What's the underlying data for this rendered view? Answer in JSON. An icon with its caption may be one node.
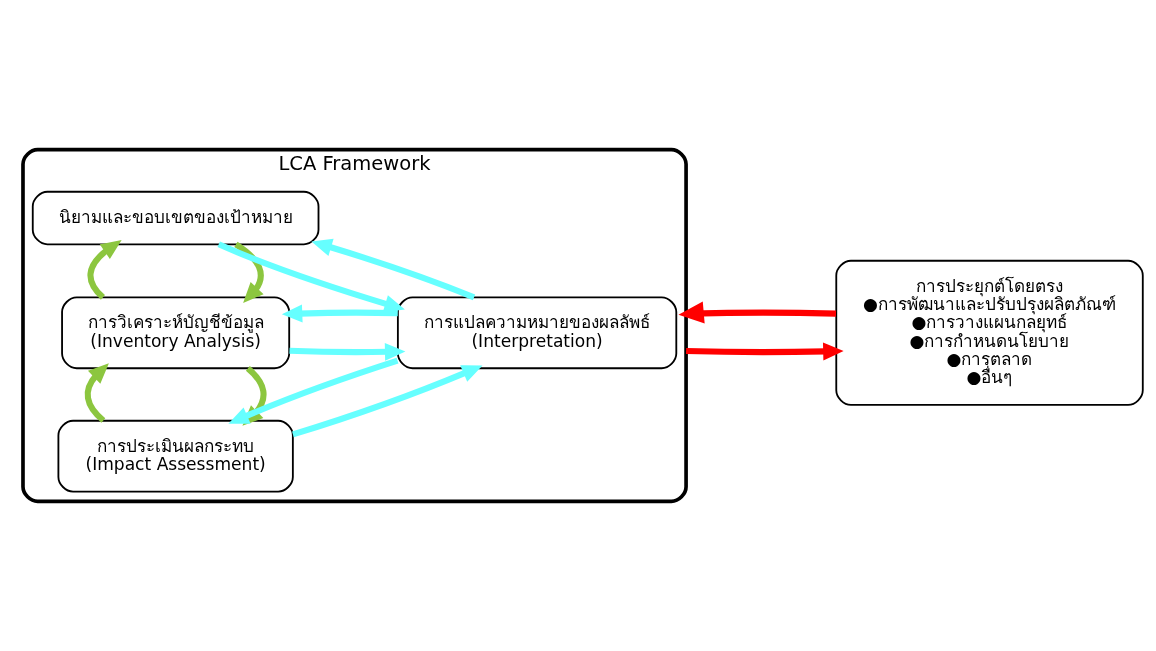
{
  "diagram": {
    "nodes": [
      {
        "text": [
          "LCA Framework"
        ]
      },
      {
        "text": [
          "นิยามและขอบเขตของเป้าหมาย"
        ],
        "in": 0
      },
      {
        "text": [
          "การวิเคราะห์บัญชีข้อมูล",
          "(Inventory Analysis)"
        ],
        "in": 0
      },
      {
        "text": [
          "การประเมินผลกระทบ",
          "(Impact Assessment)"
        ],
        "in": 0
      },
      {
        "text": [
          "การแปลความหมายของผลลัพธ์",
          "(Interpretation)"
        ],
        "in": 0
      },
      {
        "text": [
          "การประยุกต์โดยตรง",
          "●การพัฒนาและปรับปรุงผลิตภัณฑ์",
          "●การวางแผนกลยุทธ์",
          "●การกำหนดนโยบาย",
          "●การตลาด",
          "●อื่นๆ"
        ]
      }
    ],
    "edges": [
      {
        "from": 1,
        "to": 4,
        "arrow": "to"
      },
      {
        "from": 4,
        "to": 1,
        "arrow": "to"
      },
      {
        "from": 1,
        "to": 2,
        "arrow": "to",
        "color": "#8cc63f"
      },
      {
        "from": 2,
        "to": 1,
        "arrow": "to",
        "color": "#8cc63f"
      },
      {
        "from": 2,
        "to": 4,
        "arrow": "to"
      },
      {
        "from": 4,
        "to": 2,
        "arrow": "to"
      },
      {
        "from": 2,
        "to": 3,
        "arrow": "to",
        "color": "#8cc63f"
      },
      {
        "from": 3,
        "to": 2,
        "arrow": "to",
        "color": "#8cc63f"
      },
      {
        "from": 3,
        "to": 4,
        "arrow": "to"
      },
      {
        "from": 4,
        "to": 3,
        "arrow": "to"
      },
      {
        "from": 0,
        "to": 5,
        "arrow": "to",
        "color": "#ff0000"
      },
      {
        "from": 5,
        "to": 0,
        "arrow": "to",
        "color": "#ff0000"
      }
    ]
  }
}
